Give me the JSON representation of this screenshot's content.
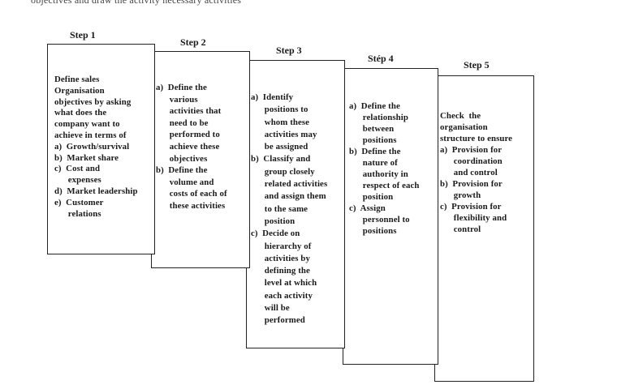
{
  "header_cut_text": "objectives and draw the activity necessary activities",
  "steps": [
    {
      "label": "Step 1",
      "text": "Define sales\nOrganisation\nobjectives by asking\nwhat does the\ncompany want to\nachieve in terms of\na)  Growth/survival\nb)  Market share\nc)  Cost and\n      expenses\nd)  Market leadership\ne)  Customer\n      relations"
    },
    {
      "label": "Step 2",
      "text": "a)  Define the\n      various\n      activities that\n      need to be\n      performed to\n      achieve these\n      objectives\nb)  Define the\n      volume and\n      costs of each of\n      these activities"
    },
    {
      "label": "Step 3",
      "text": "a)  Identify\n      positions to\n      whom these\n      activities may\n      be assigned\nb)  Classify and\n      group closely\n      related activities\n      and assign them\n      to the same\n      position\nc)  Decide on\n      hierarchy of\n      activities by\n      defining the\n      level at which\n      each activity\n      will be\n      performed"
    },
    {
      "label": "Stép 4",
      "text": "a)  Define the\n      relationship\n      between\n      positions\nb)  Define the\n      nature of\n      authority in\n      respect of each\n      position\nc)  Assign\n      personnel to\n      positions"
    },
    {
      "label": "Step 5",
      "text": "Check  the\norganisation\nstructure to ensure\na)  Provision for\n      coordination\n      and control\nb)  Provision for\n      growth\nc)  Provision for\n      flexibility and\n      control"
    }
  ]
}
